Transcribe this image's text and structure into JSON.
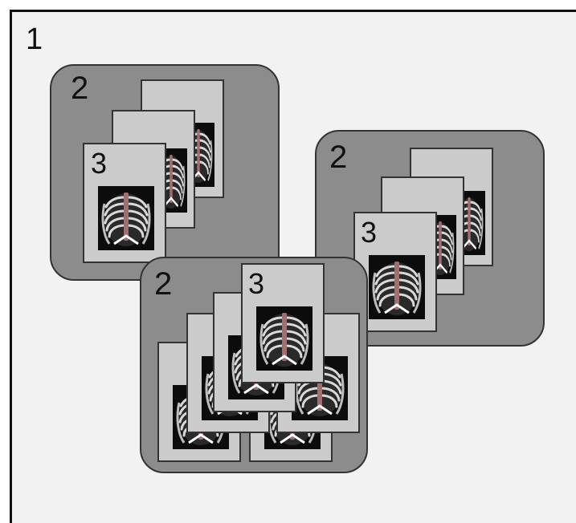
{
  "diagram": {
    "level1": {
      "label": "1"
    },
    "groups": [
      {
        "label": "2",
        "card_label": "3"
      },
      {
        "label": "2",
        "card_label": "3"
      },
      {
        "label": "2",
        "card_label": "3"
      }
    ]
  },
  "colors": {
    "background": "#f2f2f2",
    "group_fill": "#8c8c8c",
    "card_fill": "#cbcbcb",
    "image_bg": "#0c0c0c",
    "spine": "#a07070"
  },
  "icons": {
    "xray": "chest-xray-icon"
  }
}
